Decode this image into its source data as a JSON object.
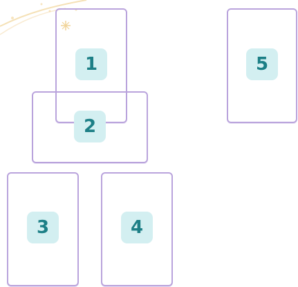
{
  "cards": [
    {
      "label": "1"
    },
    {
      "label": "2"
    },
    {
      "label": "3"
    },
    {
      "label": "4"
    },
    {
      "label": "5"
    }
  ],
  "colors": {
    "card_border": "#b9a3dc",
    "badge_background": "#d3eff1",
    "badge_text": "#1c7f86",
    "decoration": "#f3d9a4"
  },
  "icons": {
    "decoration": "sparkle-icon"
  }
}
